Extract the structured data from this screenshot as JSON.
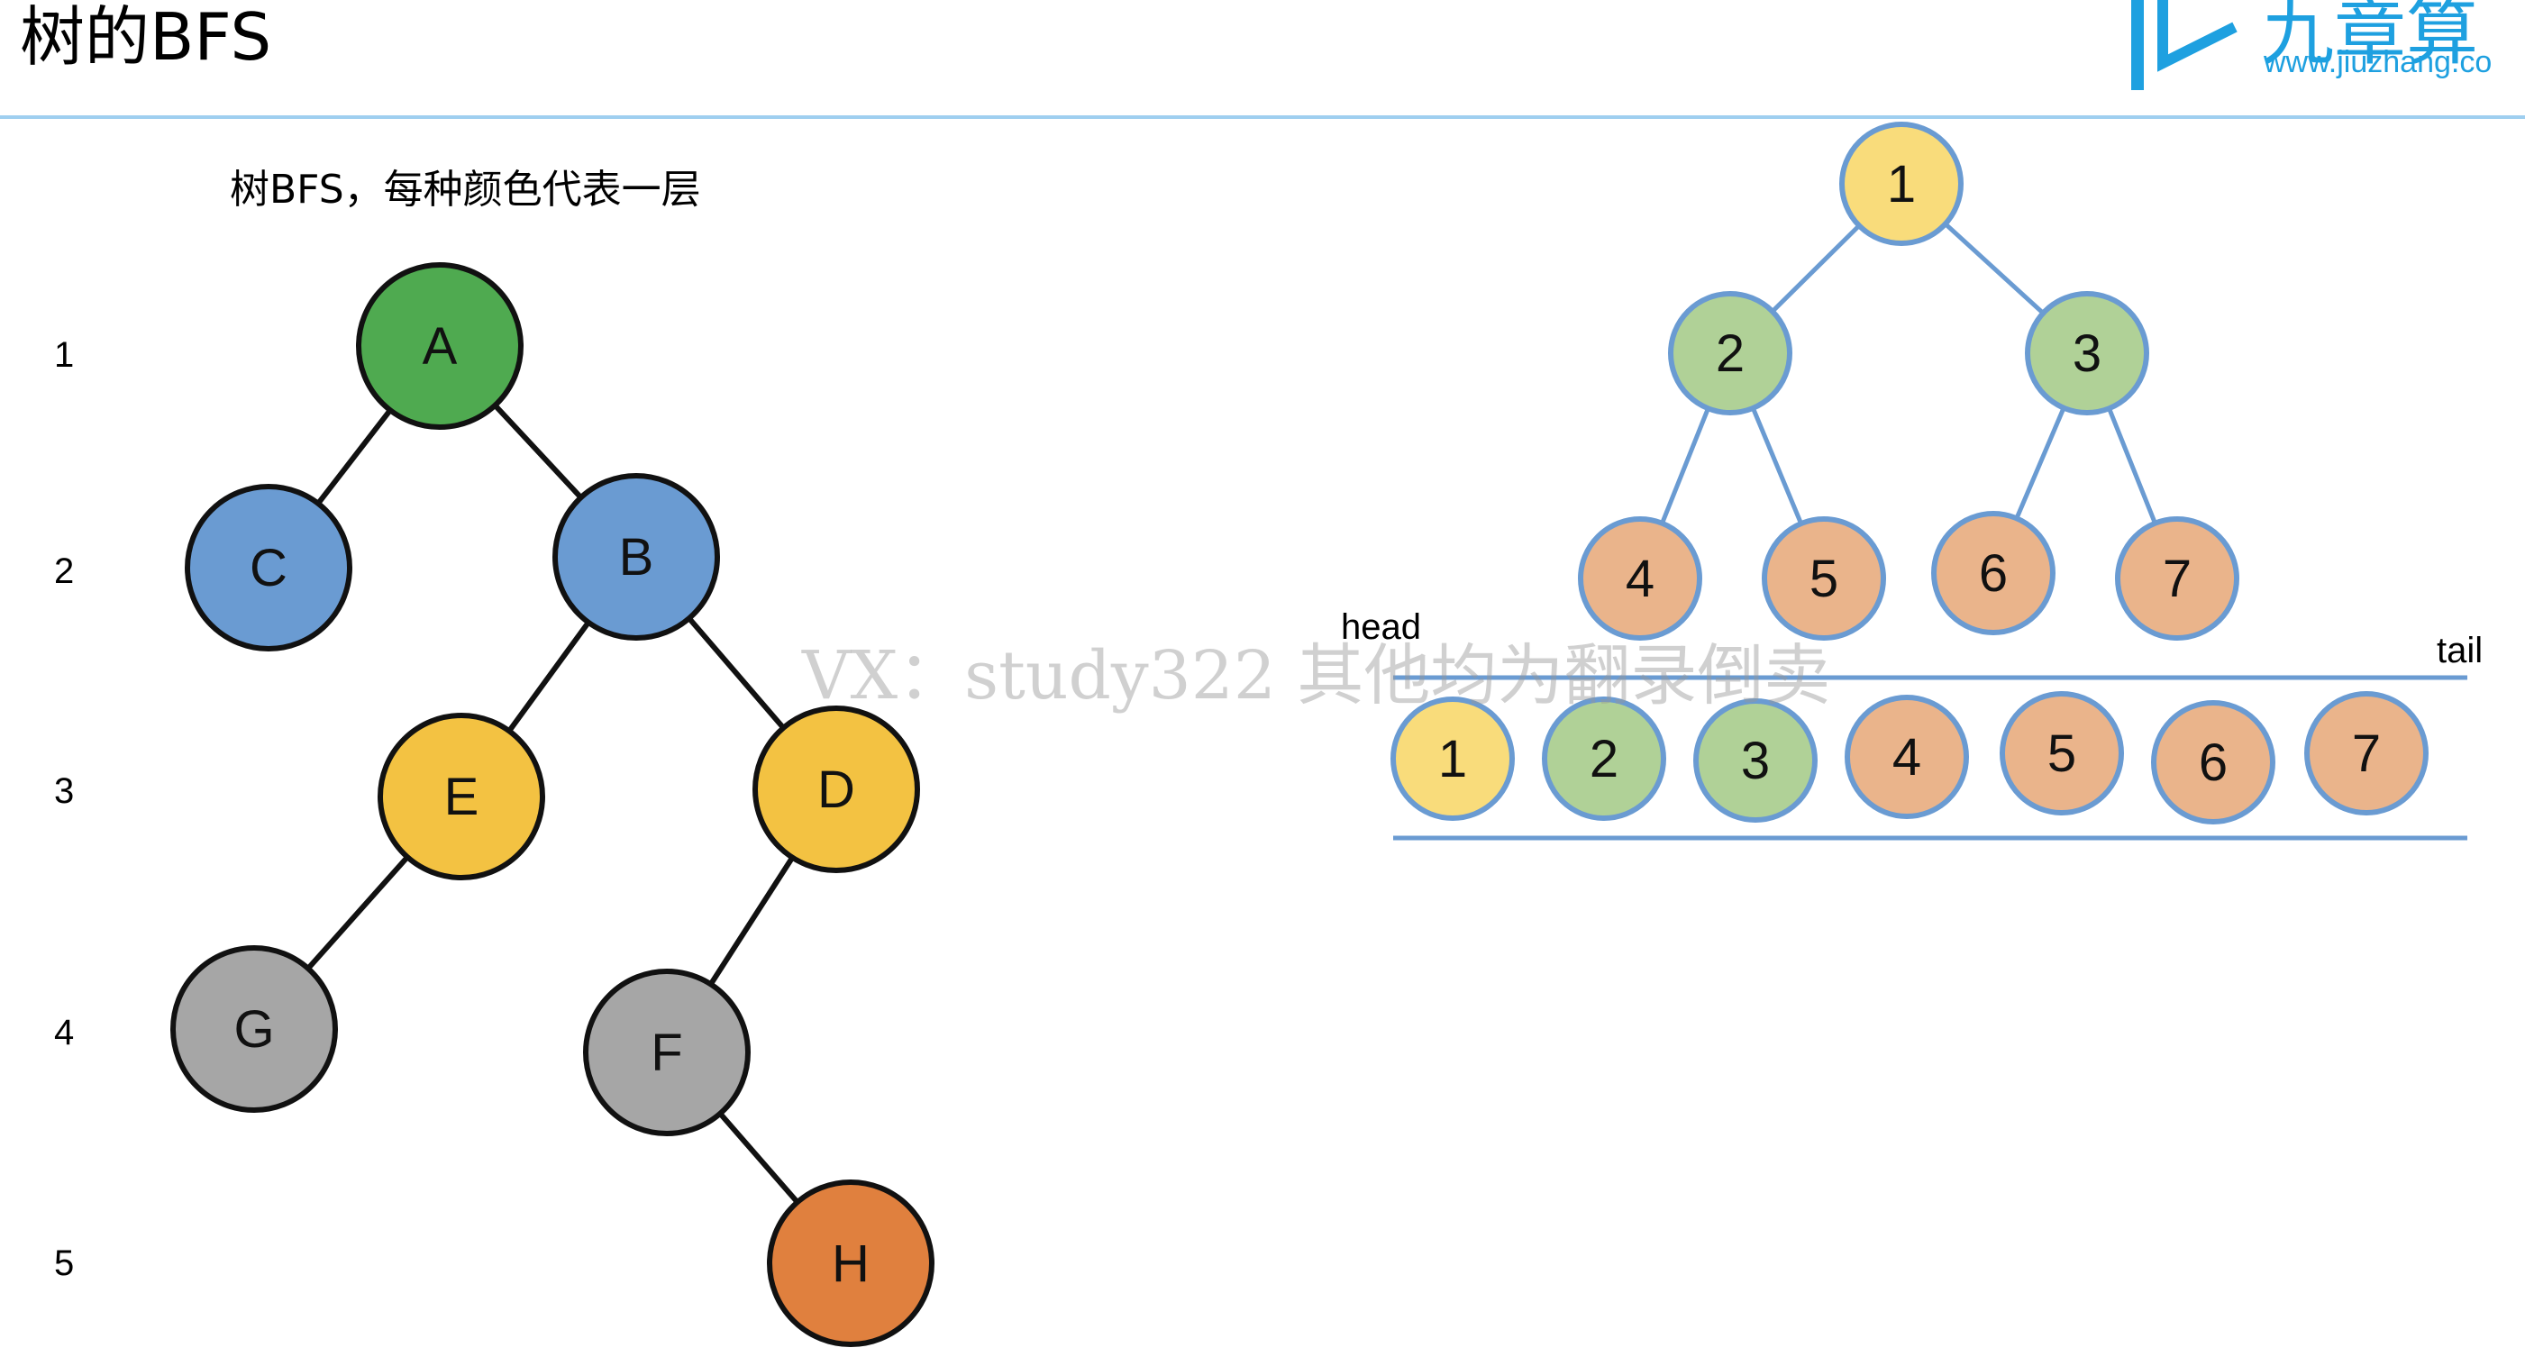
{
  "header": {
    "title": "树的BFS",
    "logo_name": "九章算",
    "logo_url": "www.jiuzhang.co"
  },
  "left_tree": {
    "caption": "树BFS，每种颜色代表一层",
    "levels": [
      "1",
      "2",
      "3",
      "4",
      "5"
    ],
    "nodes": [
      {
        "label": "A",
        "level": 1,
        "color": "#4faa50"
      },
      {
        "label": "C",
        "level": 2,
        "color": "#6a9bd2"
      },
      {
        "label": "B",
        "level": 2,
        "color": "#6a9bd2"
      },
      {
        "label": "E",
        "level": 3,
        "color": "#f3c242"
      },
      {
        "label": "D",
        "level": 3,
        "color": "#f3c242"
      },
      {
        "label": "G",
        "level": 4,
        "color": "#a6a6a6"
      },
      {
        "label": "F",
        "level": 4,
        "color": "#a6a6a6"
      },
      {
        "label": "H",
        "level": 5,
        "color": "#e0803e"
      }
    ],
    "edges": [
      [
        "A",
        "C"
      ],
      [
        "A",
        "B"
      ],
      [
        "B",
        "E"
      ],
      [
        "B",
        "D"
      ],
      [
        "E",
        "G"
      ],
      [
        "D",
        "F"
      ],
      [
        "F",
        "H"
      ]
    ]
  },
  "right_tree": {
    "nodes": [
      {
        "label": "1",
        "color": "#f9dc7b"
      },
      {
        "label": "2",
        "color": "#b0d197"
      },
      {
        "label": "3",
        "color": "#b0d197"
      },
      {
        "label": "4",
        "color": "#eab48b"
      },
      {
        "label": "5",
        "color": "#eab48b"
      },
      {
        "label": "6",
        "color": "#eab48b"
      },
      {
        "label": "7",
        "color": "#eab48b"
      }
    ],
    "edges": [
      [
        "1",
        "2"
      ],
      [
        "1",
        "3"
      ],
      [
        "2",
        "4"
      ],
      [
        "2",
        "5"
      ],
      [
        "3",
        "6"
      ],
      [
        "3",
        "7"
      ]
    ]
  },
  "queue": {
    "head_label": "head",
    "tail_label": "tail",
    "items": [
      {
        "label": "1",
        "color": "#f9dc7b"
      },
      {
        "label": "2",
        "color": "#b0d197"
      },
      {
        "label": "3",
        "color": "#b0d197"
      },
      {
        "label": "4",
        "color": "#eab48b"
      },
      {
        "label": "5",
        "color": "#eab48b"
      },
      {
        "label": "6",
        "color": "#eab48b"
      },
      {
        "label": "7",
        "color": "#eab48b"
      }
    ]
  },
  "watermark": "VX：study322 其他均为翻录倒卖"
}
